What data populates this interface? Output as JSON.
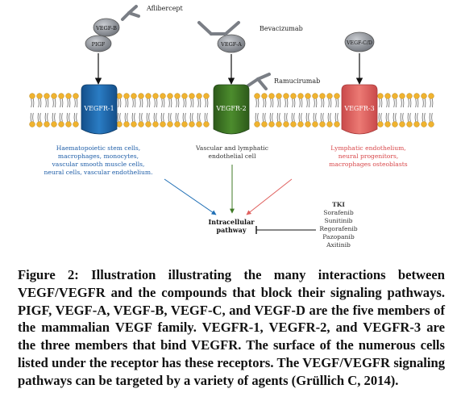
{
  "colors": {
    "vegfr1": "#1f6fb5",
    "vegfr2": "#3f7a25",
    "vegfr3": "#e0615f",
    "membrane_head": "#f0b32f",
    "ligand": "#8c9096",
    "antibody": "#8a8e94",
    "blue_text": "#1f5ea8",
    "green_text": "#333333",
    "red_text": "#d8474a"
  },
  "ligands": {
    "vegf_b": "VEGF-B",
    "pigf": "PIGF",
    "vegf_a": "VEGF-A",
    "vegf_cd": "VEGF-C/D"
  },
  "drugs": {
    "aflibercept": "Aflibercept",
    "bevacizumab": "Bevacizumab",
    "ramucirumab": "Ramucirumab"
  },
  "receptors": {
    "r1": "VEGFR-1",
    "r2": "VEGFR-2",
    "r3": "VEGFR-3"
  },
  "cells": {
    "r1": [
      "Haematopoietic stem cells,",
      "macrophages, monocytes,",
      "vascular smooth muscle cells,",
      "neural cells, vascular endothelium."
    ],
    "r2": [
      "Vascular and lymphatic",
      "endothelial cell"
    ],
    "r3": [
      "Lymphatic endothelium,",
      "neural progenitors,",
      "macrophages osteoblasts"
    ]
  },
  "pathway": [
    "Intracellular",
    "pathway"
  ],
  "tki": {
    "title": "TKI",
    "items": [
      "Sorafenib",
      "Sunitinib",
      "Regorafenib",
      "Pazopanib",
      "Axitinib"
    ]
  },
  "caption": {
    "lead": "Figure 2:",
    "text": "Illustration illustrating the many interactions between VEGF/VEGFR and the compounds that block their signaling pathways. PIGF, VEGF-A, VEGF-B, VEGF-C, and VEGF-D are the five members of the mammalian VEGF family. VEGFR-1, VEGFR-2, and VEGFR-3 are the three members that bind VEGFR. The surface of the numerous cells listed under the receptor has these receptors. The VEGF/VEGFR signaling pathways can be targeted by a variety of agents (Grüllich C, 2014)."
  }
}
